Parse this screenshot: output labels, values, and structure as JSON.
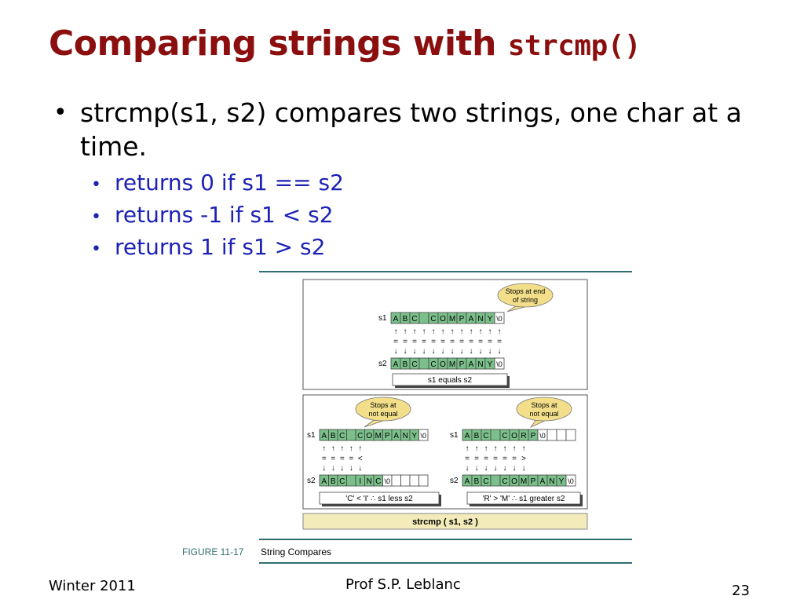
{
  "slide": {
    "title_text": "Comparing strings with ",
    "title_code": "strcmp()",
    "bullet": "strcmp(s1, s2) compares two strings, one char at a time.",
    "subbullets": [
      "returns 0 if s1 == s2",
      "returns -1 if s1 < s2",
      "returns 1 if s1 > s2"
    ],
    "bullet_glyph": "•"
  },
  "figure": {
    "number": "FIGURE 11-17",
    "caption": "String Compares",
    "footer_label": "strcmp ( s1, s2 )",
    "row_labels": {
      "s1": "s1",
      "s2": "s2"
    },
    "panels": {
      "equal": {
        "s1": [
          "A",
          "B",
          "C",
          " ",
          "C",
          "O",
          "M",
          "P",
          "A",
          "N",
          "Y",
          "\\0"
        ],
        "s2": [
          "A",
          "B",
          "C",
          " ",
          "C",
          "O",
          "M",
          "P",
          "A",
          "N",
          "Y",
          "\\0"
        ],
        "compare": [
          "=",
          "=",
          "=",
          "=",
          "=",
          "=",
          "=",
          "=",
          "=",
          "=",
          "=",
          "="
        ],
        "bubble": [
          "Stops at end",
          "of string"
        ],
        "result": "s1 equals  s2"
      },
      "less": {
        "s1": [
          "A",
          "B",
          "C",
          " ",
          "C",
          "O",
          "M",
          "P",
          "A",
          "N",
          "Y",
          "\\0"
        ],
        "s2": [
          "A",
          "B",
          "C",
          " ",
          "I",
          "N",
          "C",
          "\\0",
          "",
          "",
          "",
          ""
        ],
        "compare": [
          "=",
          "=",
          "=",
          "=",
          "<"
        ],
        "bubble": [
          "Stops at",
          "not equal"
        ],
        "result": "'C'  <  'I'   ∴  s1 less s2"
      },
      "greater": {
        "s1": [
          "A",
          "B",
          "C",
          " ",
          "C",
          "O",
          "R",
          "P",
          "\\0",
          "",
          "",
          ""
        ],
        "s2": [
          "A",
          "B",
          "C",
          " ",
          "C",
          "O",
          "M",
          "P",
          "A",
          "N",
          "Y",
          "\\0"
        ],
        "compare": [
          "=",
          "=",
          "=",
          "=",
          "=",
          "=",
          ">"
        ],
        "bubble": [
          "Stops at",
          "not equal"
        ],
        "result": "'R'  >  'M'   ∴   s1 greater s2"
      }
    },
    "colors": {
      "cell_fill": "#7bc08a",
      "empty_fill": "#ffffff",
      "bubble_fill": "#f3df8a",
      "footer_fill": "#f3ebb9",
      "rule": "#2f6e6e"
    }
  },
  "footer": {
    "left": "Winter 2011",
    "center": "Prof S.P. Leblanc",
    "page": "23"
  }
}
